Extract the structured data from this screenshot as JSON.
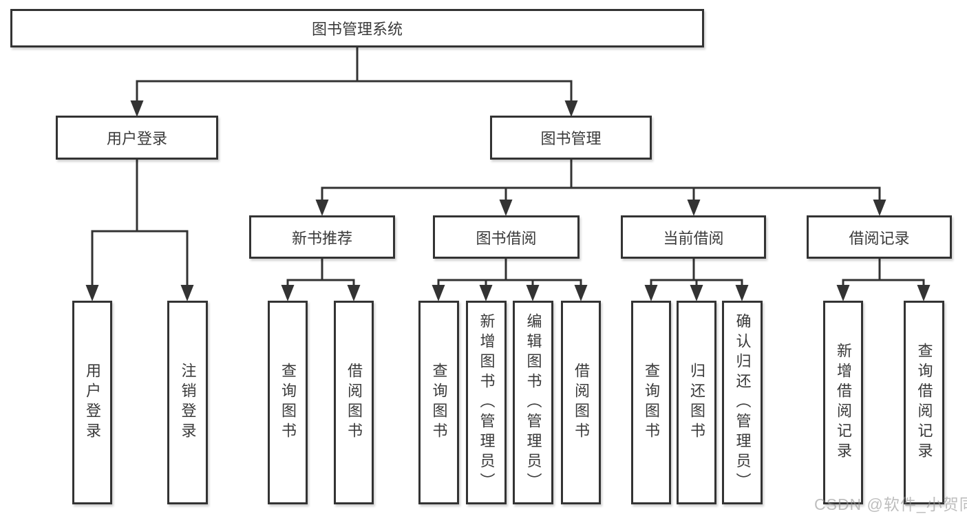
{
  "page": {
    "background": "#ffffff",
    "line_color": "#333333"
  },
  "tree": {
    "root": {
      "label": "图书管理系统"
    },
    "branches": [
      {
        "label": "用户登录",
        "leaves": [
          "用户登录",
          "注销登录"
        ]
      },
      {
        "label": "图书管理",
        "groups": [
          {
            "label": "新书推荐",
            "leaves": [
              "查询图书",
              "借阅图书"
            ]
          },
          {
            "label": "图书借阅",
            "leaves": [
              "查询图书",
              "新增图书（管理员）",
              "编辑图书（管理员）",
              "借阅图书"
            ]
          },
          {
            "label": "当前借阅",
            "leaves": [
              "查询图书",
              "归还图书",
              "确认归还（管理员）"
            ]
          },
          {
            "label": "借阅记录",
            "leaves": [
              "新增借阅记录",
              "查询借阅记录"
            ]
          }
        ]
      }
    ]
  },
  "watermark": {
    "text": "CSDN @软件_小贺同学",
    "color": "#969696"
  }
}
